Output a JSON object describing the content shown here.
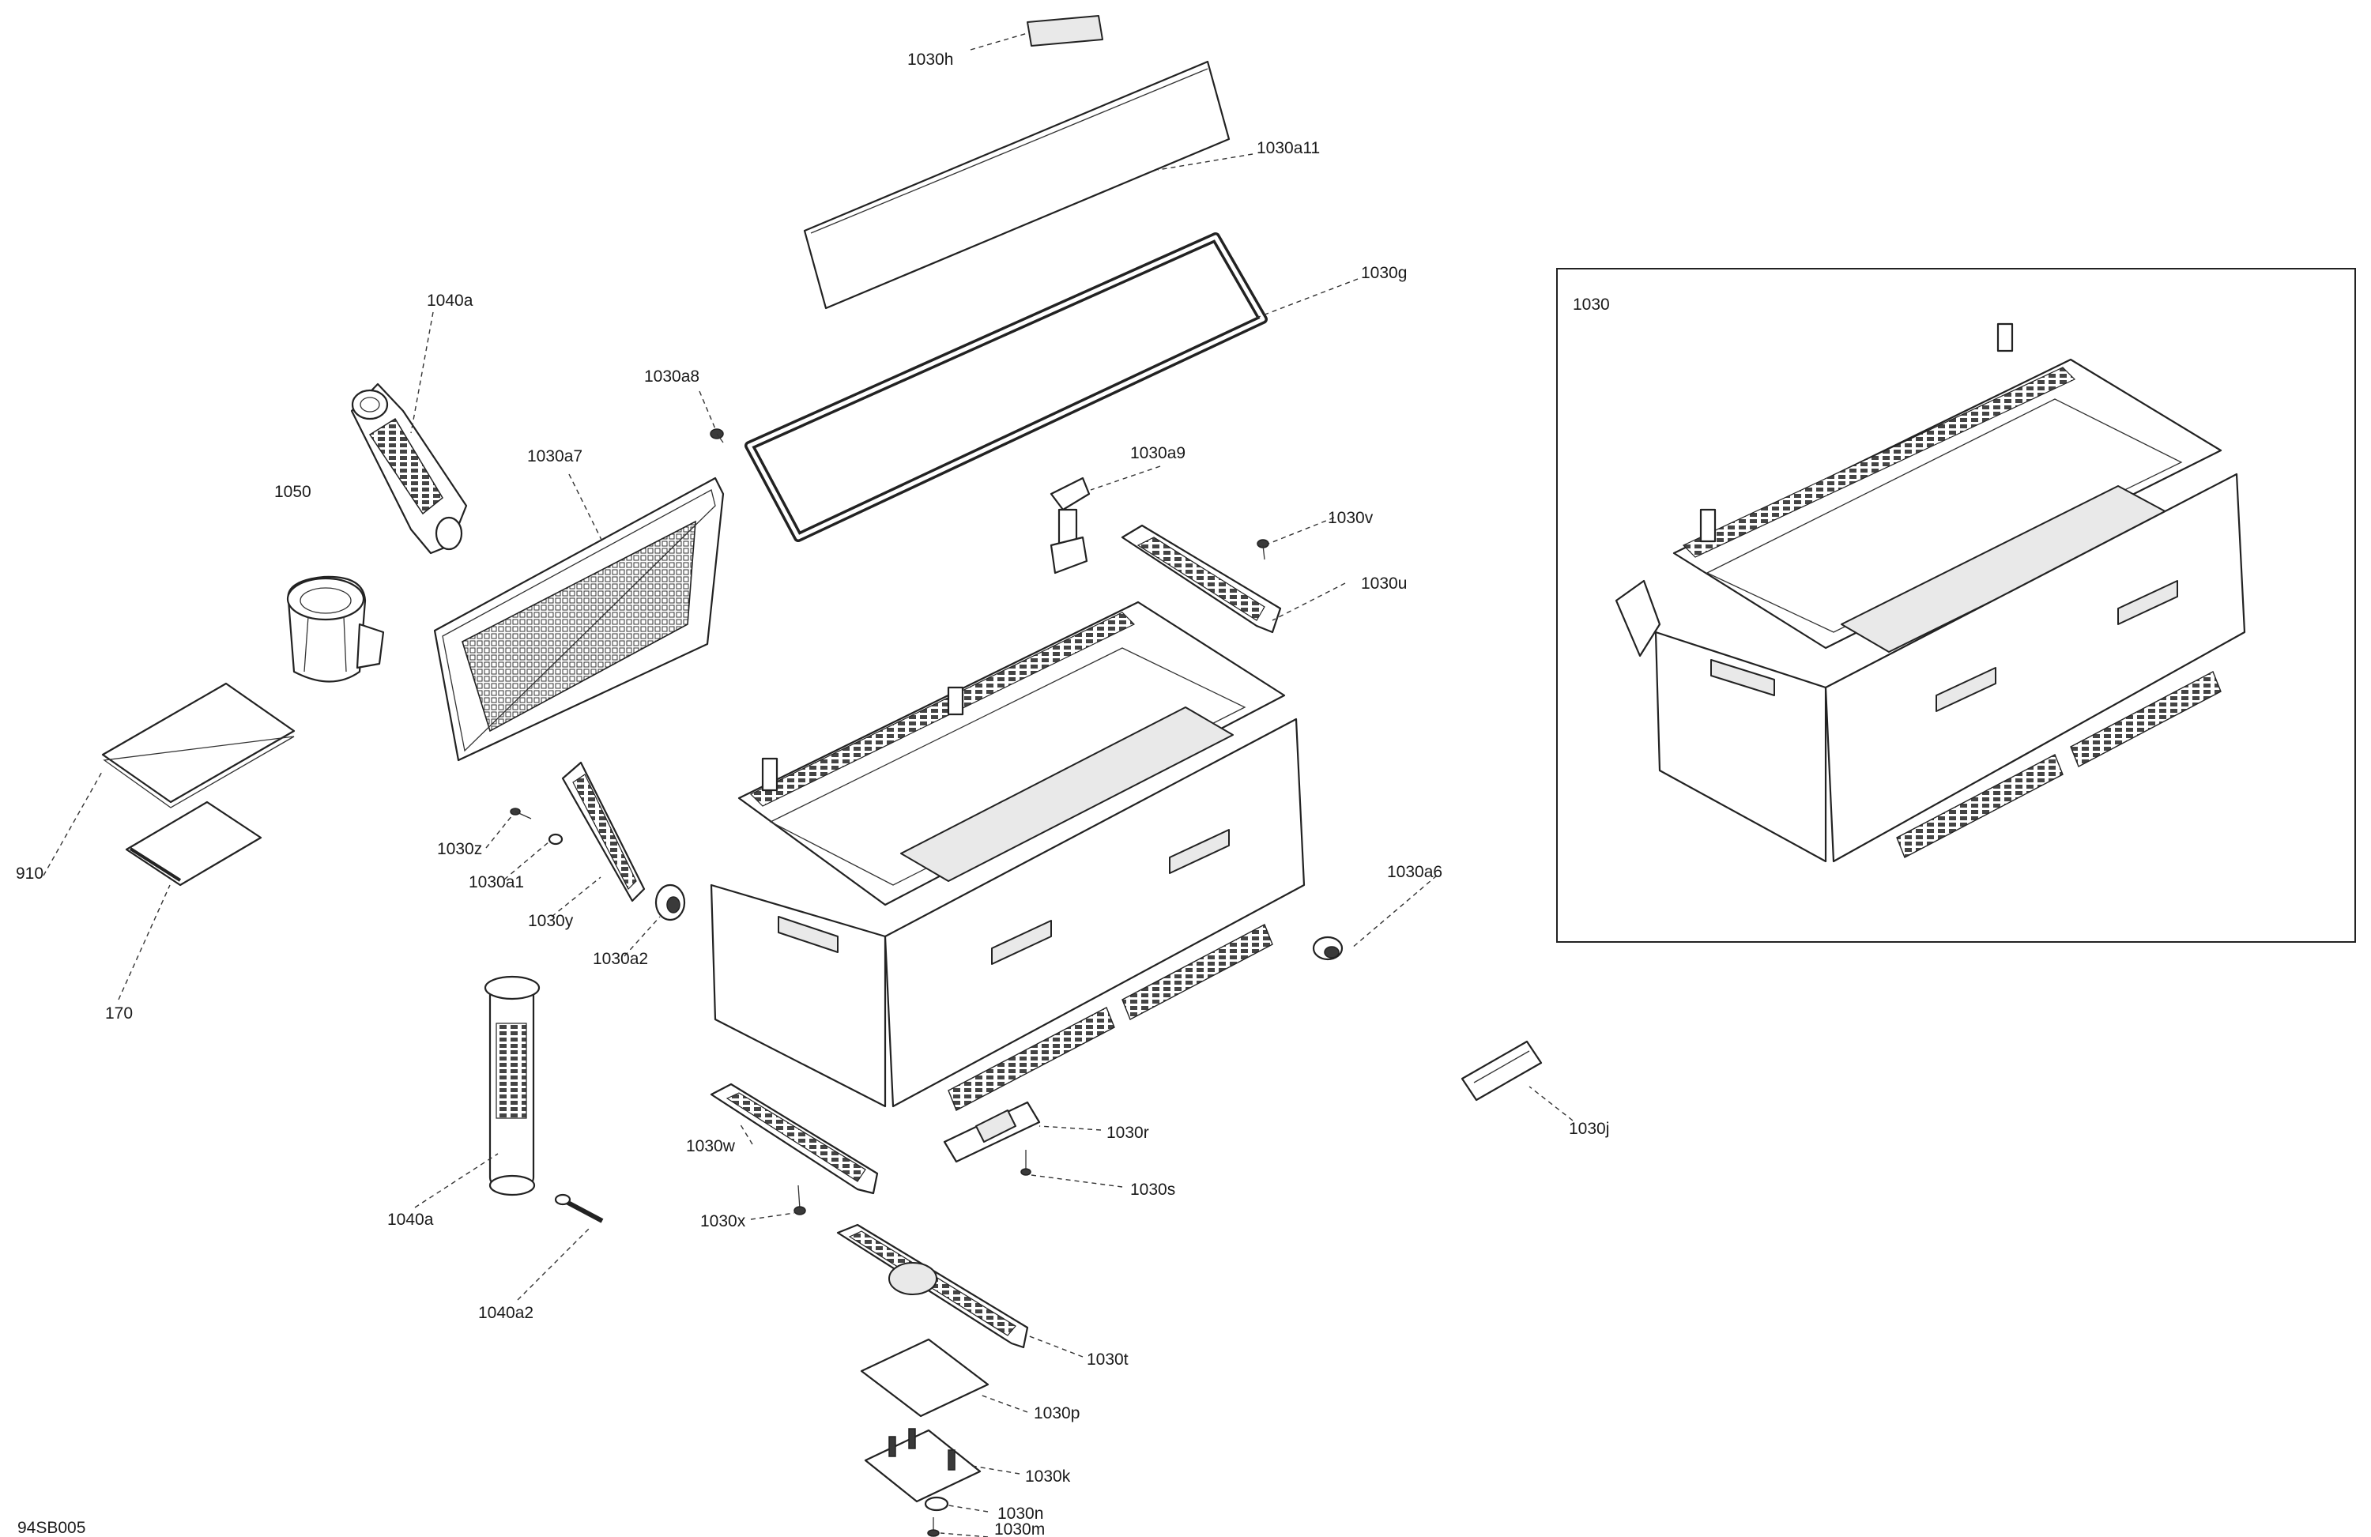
{
  "drawing_code": "94SB005",
  "inset_title": "1030",
  "callouts": [
    {
      "id": "c-1030h",
      "text": "1030h"
    },
    {
      "id": "c-1030a11",
      "text": "1030a11"
    },
    {
      "id": "c-1030g",
      "text": "1030g"
    },
    {
      "id": "c-1040a-top",
      "text": "1040a"
    },
    {
      "id": "c-1030a8",
      "text": "1030a8"
    },
    {
      "id": "c-1030a7",
      "text": "1030a7"
    },
    {
      "id": "c-1030a9",
      "text": "1030a9"
    },
    {
      "id": "c-1050",
      "text": "1050"
    },
    {
      "id": "c-1030v",
      "text": "1030v"
    },
    {
      "id": "c-1030u",
      "text": "1030u"
    },
    {
      "id": "c-1030z",
      "text": "1030z"
    },
    {
      "id": "c-1030a1",
      "text": "1030a1"
    },
    {
      "id": "c-910",
      "text": "910"
    },
    {
      "id": "c-1030y",
      "text": "1030y"
    },
    {
      "id": "c-1030a2",
      "text": "1030a2"
    },
    {
      "id": "c-1030a6",
      "text": "1030a6"
    },
    {
      "id": "c-170",
      "text": "170"
    },
    {
      "id": "c-1030j",
      "text": "1030j"
    },
    {
      "id": "c-1030w",
      "text": "1030w"
    },
    {
      "id": "c-1030r",
      "text": "1030r"
    },
    {
      "id": "c-1040a-bottom",
      "text": "1040a"
    },
    {
      "id": "c-1030s",
      "text": "1030s"
    },
    {
      "id": "c-1030x",
      "text": "1030x"
    },
    {
      "id": "c-1040a2",
      "text": "1040a2"
    },
    {
      "id": "c-1030t",
      "text": "1030t"
    },
    {
      "id": "c-1030p",
      "text": "1030p"
    },
    {
      "id": "c-1030k",
      "text": "1030k"
    },
    {
      "id": "c-1030n",
      "text": "1030n"
    },
    {
      "id": "c-1030m",
      "text": "1030m"
    }
  ]
}
